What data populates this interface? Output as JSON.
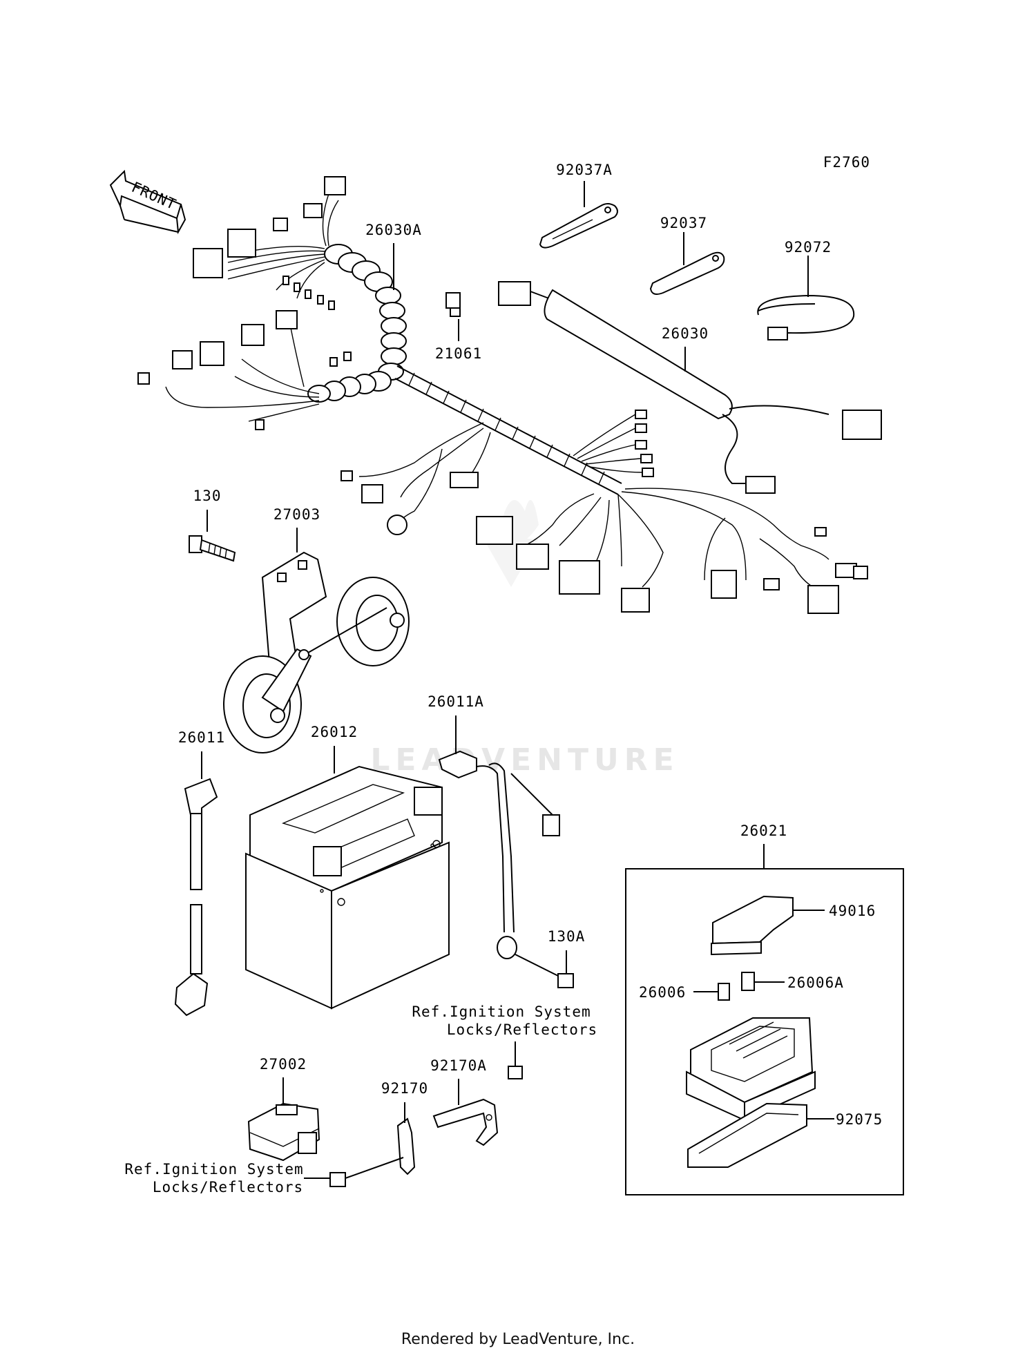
{
  "diagram_code": "F2760",
  "front_label": "FRONT",
  "watermark": "LEADVENTURE",
  "footer": "Rendered by LeadVenture, Inc.",
  "parts": {
    "p92037A": "92037A",
    "p92037": "92037",
    "p92072": "92072",
    "p26030A": "26030A",
    "p21061": "21061",
    "p26030": "26030",
    "p130": "130",
    "p27003": "27003",
    "p26011A": "26011A",
    "p26011": "26011",
    "p26012": "26012",
    "p26021": "26021",
    "p49016": "49016",
    "p26006": "26006",
    "p26006A": "26006A",
    "p130A": "130A",
    "p92075": "92075",
    "p27002": "27002",
    "p92170A": "92170A",
    "p92170": "92170"
  },
  "refs": {
    "right_line1": "Ref.Ignition System",
    "right_line2": "Locks/Reflectors",
    "left_line1": "Ref.Ignition System",
    "left_line2": "Locks/Reflectors"
  }
}
